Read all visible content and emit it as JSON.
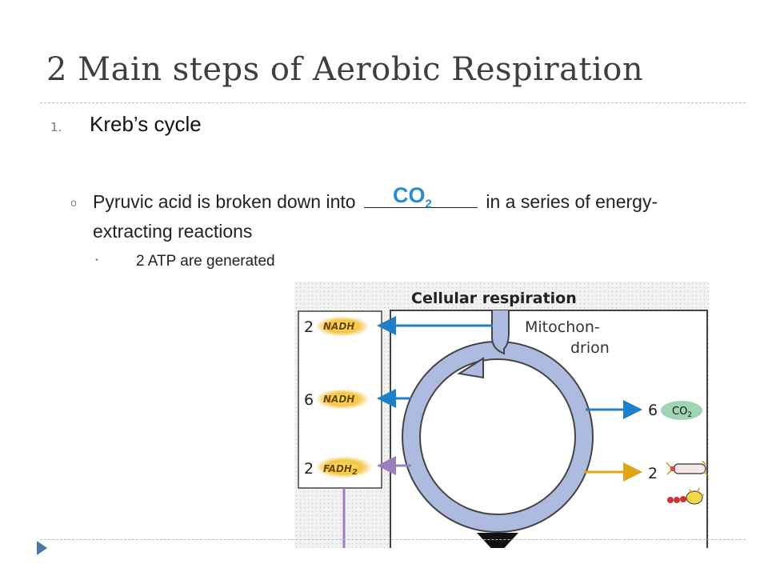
{
  "title": "2 Main steps of Aerobic Respiration",
  "list": {
    "number": "1.",
    "heading": "Kreb’s cycle"
  },
  "bullet": {
    "text_before": "Pyruvic acid is broken down into",
    "answer": "CO",
    "answer_sub": "2",
    "text_after": "in a series of energy-extracting reactions"
  },
  "sub_bullet": "2 ATP are generated",
  "diagram": {
    "title": "Cellular respiration",
    "organelle_line1": "Mitochon-",
    "organelle_line2": "drion",
    "left_outputs": [
      {
        "count": "2",
        "label": "NADH",
        "sub": ""
      },
      {
        "count": "6",
        "label": "NADH",
        "sub": ""
      },
      {
        "count": "2",
        "label": "FADH",
        "sub": "2"
      }
    ],
    "right_outputs": [
      {
        "count": "6",
        "label": "CO",
        "sub": "2"
      },
      {
        "count": "2",
        "label": "",
        "sub": ""
      }
    ]
  },
  "colors": {
    "answer": "#2a8bd3",
    "rule": "#a9c3d6",
    "nav_arrow": "#4b76a6",
    "cycle_fill": "#aebbe0",
    "arrow_blue": "#1f7fc9",
    "arrow_purple": "#9a7fb8",
    "arrow_gold": "#e0a514"
  }
}
